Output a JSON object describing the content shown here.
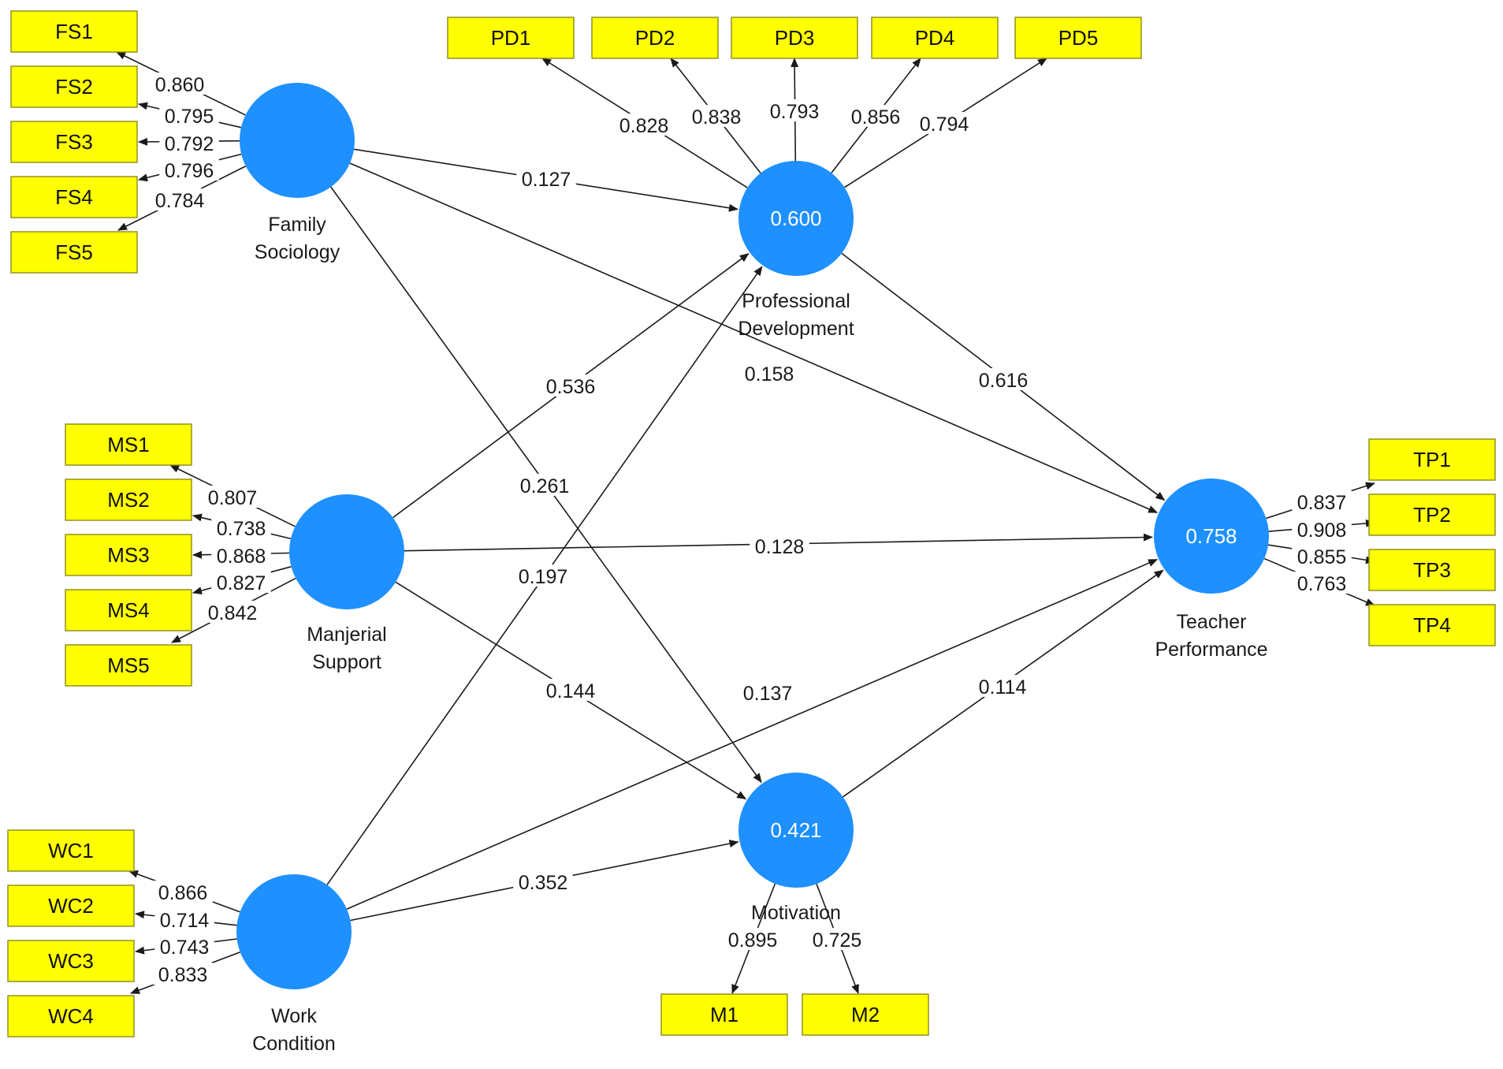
{
  "colors": {
    "construct": "#1e90ff",
    "indicator": "#ffff00",
    "line": "#1a1a1a"
  },
  "constructs": [
    {
      "id": "FS",
      "label_lines": [
        "Family",
        "Sociology"
      ],
      "r2": ""
    },
    {
      "id": "MS",
      "label_lines": [
        "Manjerial",
        "Support"
      ],
      "r2": ""
    },
    {
      "id": "WC",
      "label_lines": [
        "Work",
        "Condition"
      ],
      "r2": ""
    },
    {
      "id": "PD",
      "label_lines": [
        "Professional",
        "Development"
      ],
      "r2": "0.600"
    },
    {
      "id": "MOT",
      "label_lines": [
        "Motivation"
      ],
      "r2": "0.421"
    },
    {
      "id": "TP",
      "label_lines": [
        "Teacher",
        "Performance"
      ],
      "r2": "0.758"
    }
  ],
  "indicators": [
    {
      "id": "FS1",
      "label": "FS1",
      "construct": "FS",
      "loading": "0.860"
    },
    {
      "id": "FS2",
      "label": "FS2",
      "construct": "FS",
      "loading": "0.795"
    },
    {
      "id": "FS3",
      "label": "FS3",
      "construct": "FS",
      "loading": "0.792"
    },
    {
      "id": "FS4",
      "label": "FS4",
      "construct": "FS",
      "loading": "0.796"
    },
    {
      "id": "FS5",
      "label": "FS5",
      "construct": "FS",
      "loading": "0.784"
    },
    {
      "id": "MS1",
      "label": "MS1",
      "construct": "MS",
      "loading": "0.807"
    },
    {
      "id": "MS2",
      "label": "MS2",
      "construct": "MS",
      "loading": "0.738"
    },
    {
      "id": "MS3",
      "label": "MS3",
      "construct": "MS",
      "loading": "0.868"
    },
    {
      "id": "MS4",
      "label": "MS4",
      "construct": "MS",
      "loading": "0.827"
    },
    {
      "id": "MS5",
      "label": "MS5",
      "construct": "MS",
      "loading": "0.842"
    },
    {
      "id": "WC1",
      "label": "WC1",
      "construct": "WC",
      "loading": "0.866"
    },
    {
      "id": "WC2",
      "label": "WC2",
      "construct": "WC",
      "loading": "0.714"
    },
    {
      "id": "WC3",
      "label": "WC3",
      "construct": "WC",
      "loading": "0.743"
    },
    {
      "id": "WC4",
      "label": "WC4",
      "construct": "WC",
      "loading": "0.833"
    },
    {
      "id": "PD1",
      "label": "PD1",
      "construct": "PD",
      "loading": "0.828"
    },
    {
      "id": "PD2",
      "label": "PD2",
      "construct": "PD",
      "loading": "0.838"
    },
    {
      "id": "PD3",
      "label": "PD3",
      "construct": "PD",
      "loading": "0.793"
    },
    {
      "id": "PD4",
      "label": "PD4",
      "construct": "PD",
      "loading": "0.856"
    },
    {
      "id": "PD5",
      "label": "PD5",
      "construct": "PD",
      "loading": "0.794"
    },
    {
      "id": "TP1",
      "label": "TP1",
      "construct": "TP",
      "loading": "0.837"
    },
    {
      "id": "TP2",
      "label": "TP2",
      "construct": "TP",
      "loading": "0.908"
    },
    {
      "id": "TP3",
      "label": "TP3",
      "construct": "TP",
      "loading": "0.855"
    },
    {
      "id": "TP4",
      "label": "TP4",
      "construct": "TP",
      "loading": "0.763"
    },
    {
      "id": "M1",
      "label": "M1",
      "construct": "MOT",
      "loading": "0.895"
    },
    {
      "id": "M2",
      "label": "M2",
      "construct": "MOT",
      "loading": "0.725"
    }
  ],
  "paths": [
    {
      "from": "FS",
      "to": "PD",
      "coef": "0.127"
    },
    {
      "from": "FS",
      "to": "TP",
      "coef": "0.158"
    },
    {
      "from": "FS",
      "to": "MOT",
      "coef": "0.261"
    },
    {
      "from": "MS",
      "to": "PD",
      "coef": "0.536"
    },
    {
      "from": "MS",
      "to": "TP",
      "coef": "0.128"
    },
    {
      "from": "MS",
      "to": "MOT",
      "coef": "0.144"
    },
    {
      "from": "WC",
      "to": "PD",
      "coef": "0.197"
    },
    {
      "from": "WC",
      "to": "TP",
      "coef": "0.137"
    },
    {
      "from": "WC",
      "to": "MOT",
      "coef": "0.352"
    },
    {
      "from": "PD",
      "to": "TP",
      "coef": "0.616"
    },
    {
      "from": "MOT",
      "to": "TP",
      "coef": "0.114"
    }
  ]
}
